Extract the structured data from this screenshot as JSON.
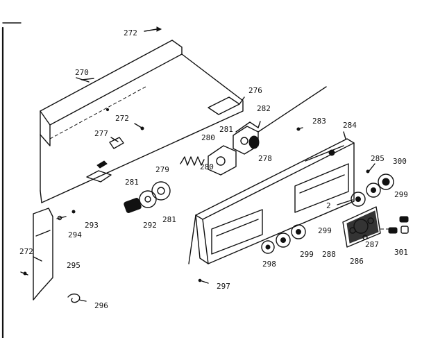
{
  "callouts": {
    "c272_top": "272",
    "c270": "270",
    "c276": "276",
    "c272_mid": "272",
    "c282": "282",
    "c283": "283",
    "c284": "284",
    "c277": "277",
    "c281_a": "281",
    "c280_a": "280",
    "c280_b": "280",
    "c278": "278",
    "c279": "279",
    "c285": "285",
    "c300": "300",
    "c299_a": "299",
    "c281_b": "281",
    "c292": "292",
    "c281_c": "281",
    "c2_small": "2",
    "c293": "293",
    "c294": "294",
    "c299_b": "299",
    "c287": "287",
    "c301": "301",
    "c272_low": "272",
    "c295": "295",
    "c298": "298",
    "c299_c": "299",
    "c288": "288",
    "c286": "286",
    "c297": "297",
    "c296": "296"
  }
}
